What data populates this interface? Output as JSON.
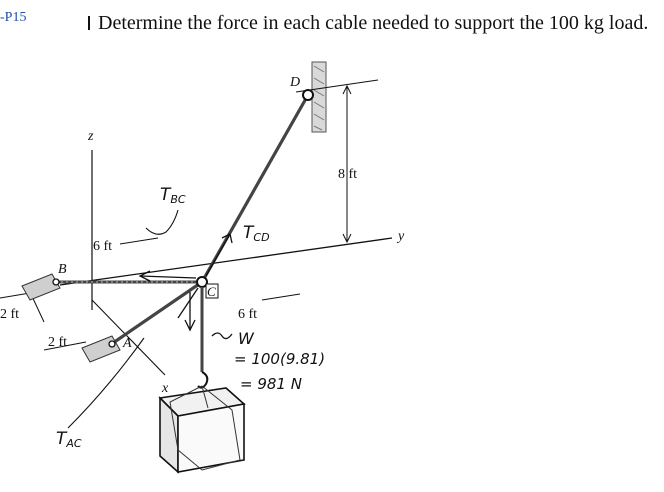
{
  "problem": {
    "id": "-P15",
    "statement": "Determine the force in each cable needed to support the 100 kg load."
  },
  "figure": {
    "points": {
      "A": "A",
      "B": "B",
      "C": "C",
      "D": "D"
    },
    "axes": {
      "x": "x",
      "y": "y",
      "z": "z"
    },
    "dims": {
      "ft8": "8 ft",
      "ft6_top": "6 ft",
      "ft6_c": "6 ft",
      "ft2_left": "2 ft",
      "ft2_lower": "2 ft"
    }
  },
  "annotations": {
    "t_bc": "T",
    "t_bc_sub": "BC",
    "t_cd": "T",
    "t_cd_sub": "CD",
    "t_ac": "T",
    "t_ac_sub": "AC",
    "w": "W",
    "w_eq1": "= 100(9.81)",
    "w_eq2": "= 981 N"
  }
}
